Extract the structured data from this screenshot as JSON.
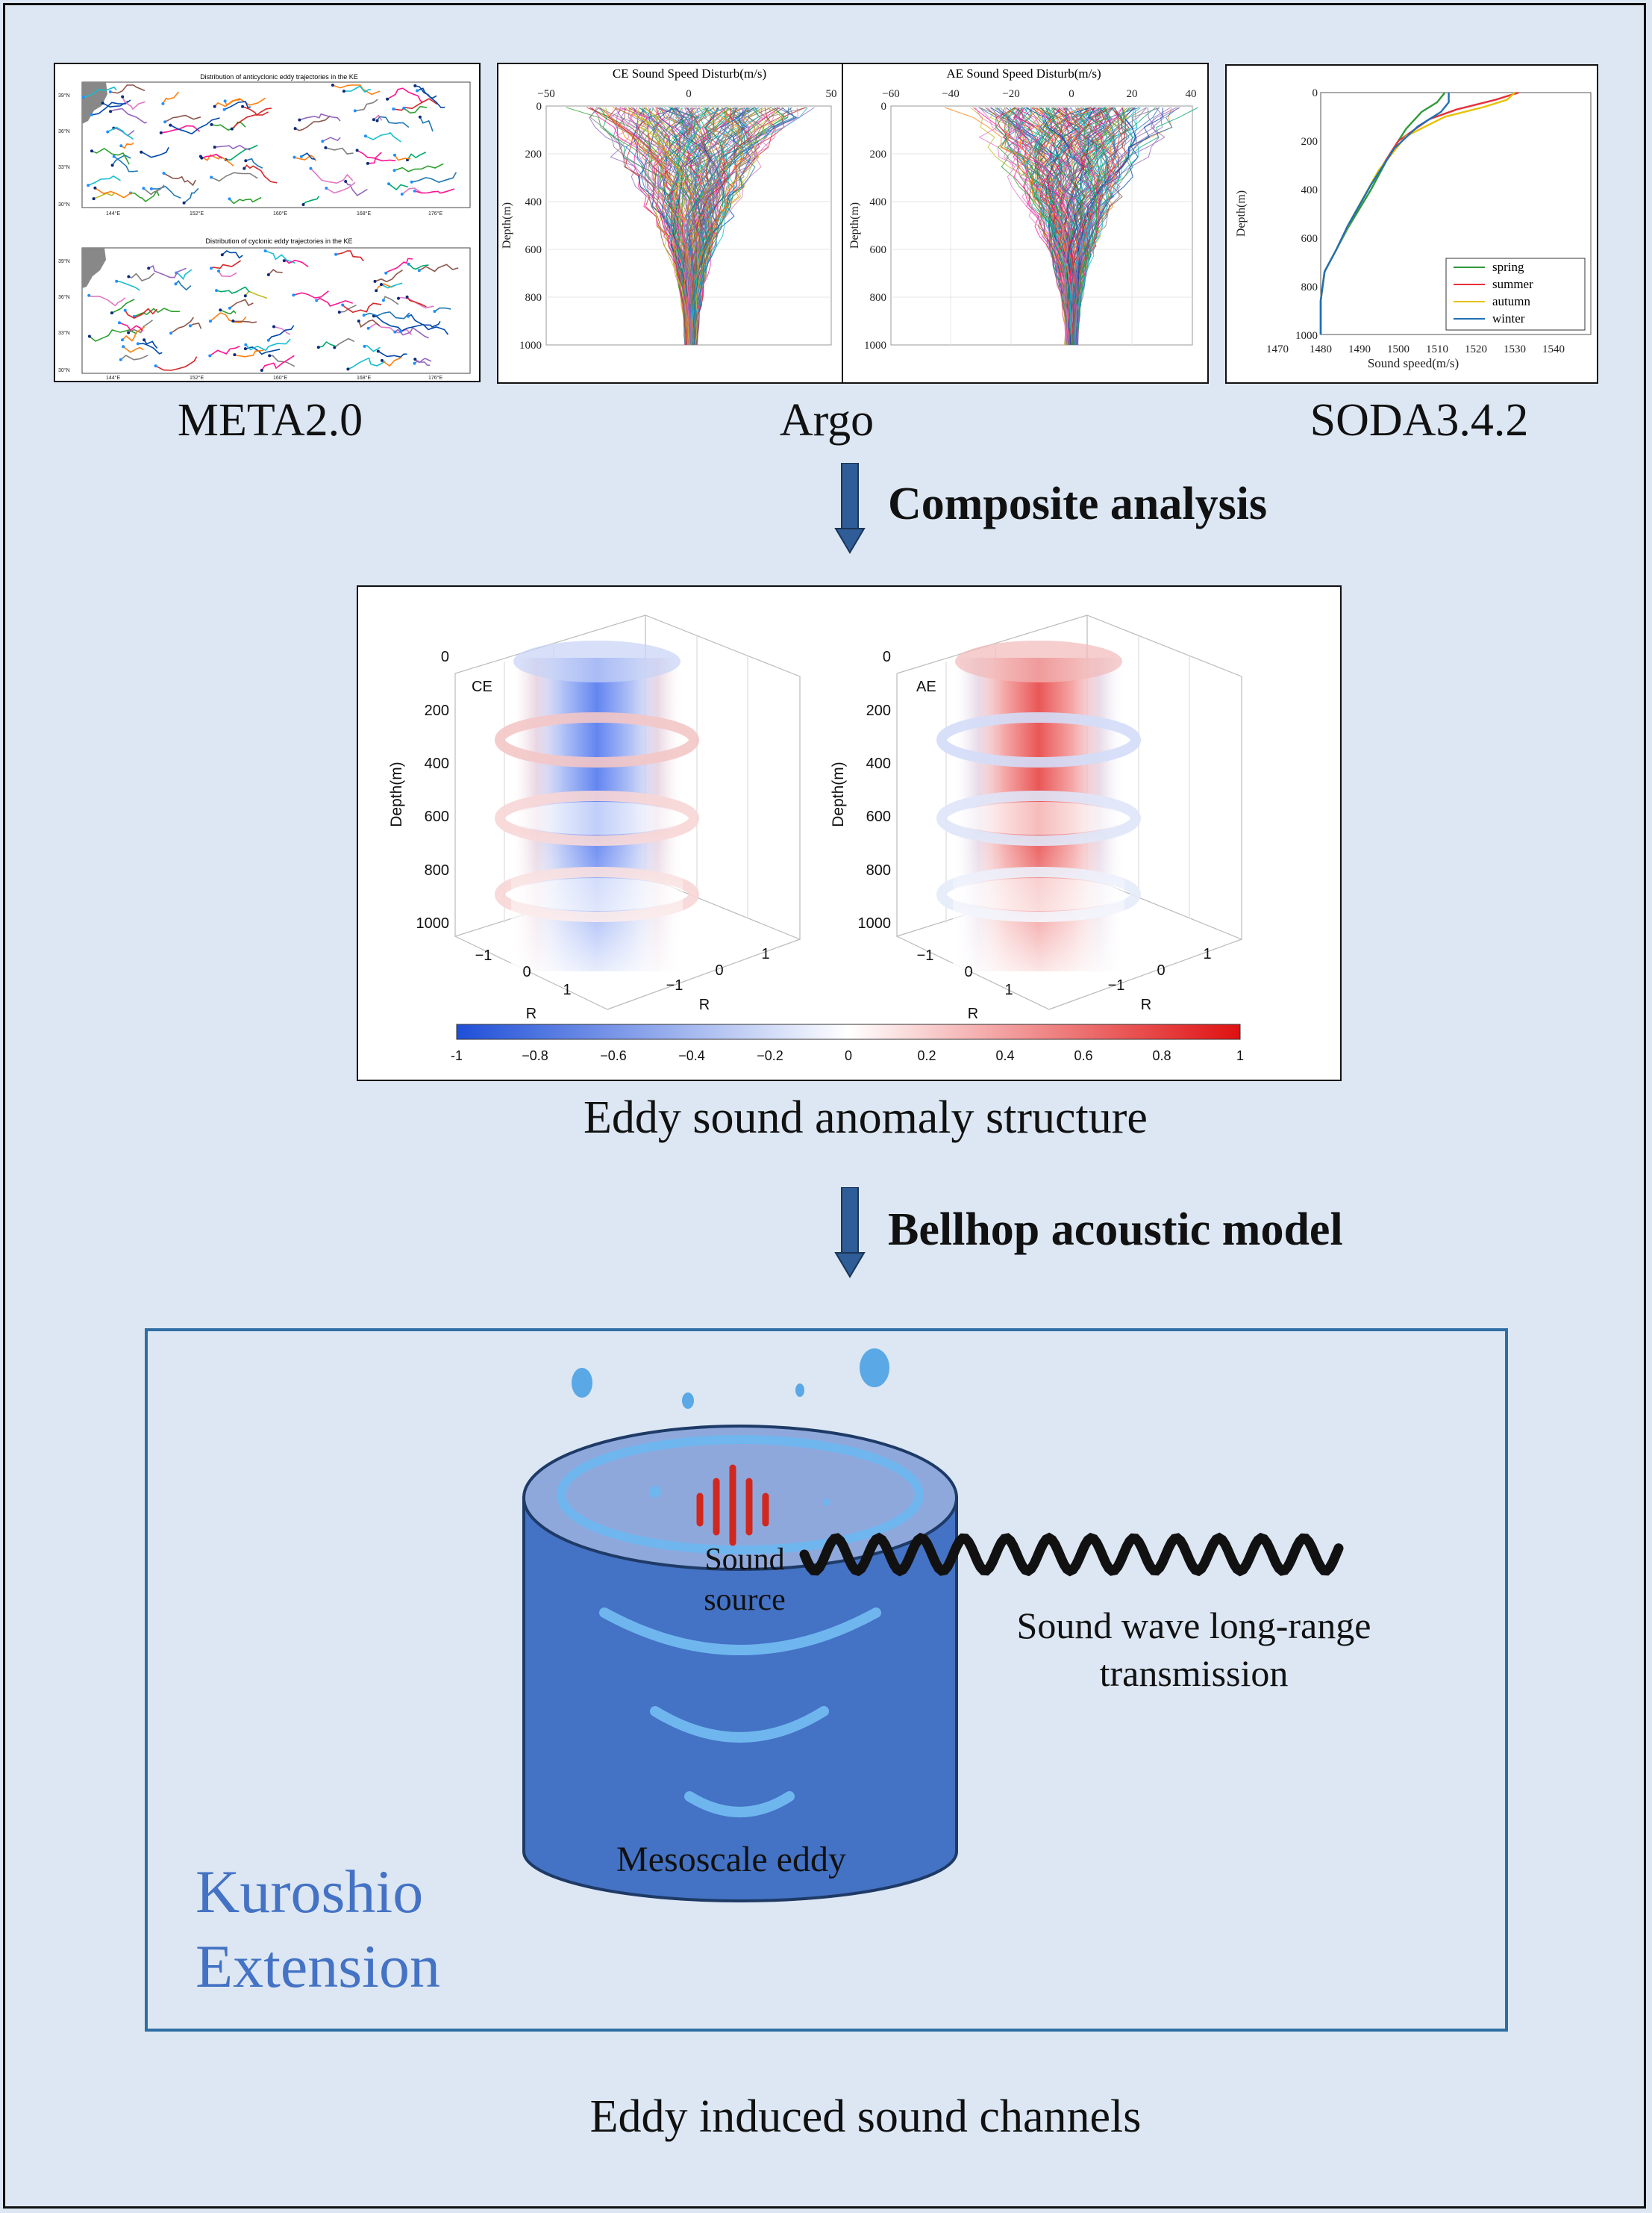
{
  "top_row": {
    "meta": {
      "caption": "META2.0",
      "map_top_title": "Distribution of anticyclonic eddy trajectories in the KE",
      "map_bottom_title": "Distribution of cyclonic eddy trajectories in the KE",
      "lat_ticks": [
        "39°N",
        "36°N",
        "33°N",
        "30°N"
      ],
      "lon_ticks": [
        "144°E",
        "152°E",
        "160°E",
        "168°E",
        "176°E"
      ]
    },
    "argo": {
      "caption": "Argo",
      "ce_title": "CE Sound Speed Disturb(m/s)",
      "ae_title": "AE Sound Speed Disturb(m/s)",
      "ce_xticks": [
        "−50",
        "0",
        "50"
      ],
      "ae_xticks": [
        "−60",
        "−40",
        "−20",
        "0",
        "20",
        "40"
      ],
      "depth_ticks": [
        "0",
        "200",
        "400",
        "600",
        "800",
        "1000"
      ],
      "ylabel": "Depth(m)"
    },
    "soda": {
      "caption": "SODA3.4.2",
      "xlabel": "Sound speed(m/s)",
      "ylabel": "Depth(m)",
      "xticks": [
        "1470",
        "1480",
        "1490",
        "1500",
        "1510",
        "1520",
        "1530",
        "1540"
      ],
      "depth_ticks": [
        "0",
        "200",
        "400",
        "600",
        "800",
        "1000"
      ],
      "legend": [
        {
          "label": "spring",
          "color": "#2e9a3a"
        },
        {
          "label": "summer",
          "color": "#e8303a"
        },
        {
          "label": "autumn",
          "color": "#e6c200"
        },
        {
          "label": "winter",
          "color": "#1f6fb5"
        }
      ]
    }
  },
  "step1": "Composite analysis",
  "middle": {
    "caption": "Eddy sound anomaly structure",
    "left_tag": "CE",
    "right_tag": "AE",
    "ylabel": "Depth(m)",
    "rlabel": "R",
    "depth_ticks": [
      "0",
      "200",
      "400",
      "600",
      "800",
      "1000"
    ],
    "r_ticks_a": [
      "−1",
      "0",
      "1"
    ],
    "r_ticks_b": [
      "−1",
      "0",
      "1"
    ],
    "colorbar_ticks": [
      "-1",
      "−0.8",
      "−0.6",
      "−0.4",
      "−0.2",
      "0",
      "0.2",
      "0.4",
      "0.6",
      "0.8",
      "1"
    ],
    "colors": {
      "neg": "#1f4fd8",
      "pos": "#e01010"
    }
  },
  "step2": "Bellhop acoustic model",
  "bottom": {
    "region_label_line1": "Kuroshio",
    "region_label_line2": "Extension",
    "source_line1": "Sound",
    "source_line2": "source",
    "wave_line1": "Sound wave long-range",
    "wave_line2": "transmission",
    "eddy_label": "Mesoscale eddy",
    "caption": "Eddy induced sound channels"
  },
  "colors": {
    "background": "#dce7f3",
    "box_border": "#2f6ea3",
    "cylinder": "#4472c4",
    "cylinder_top": "#8fa8dc",
    "ring": "#6fb6ef",
    "region_text": "#4472c4",
    "wave": "#111111",
    "source": "#d0281e"
  }
}
